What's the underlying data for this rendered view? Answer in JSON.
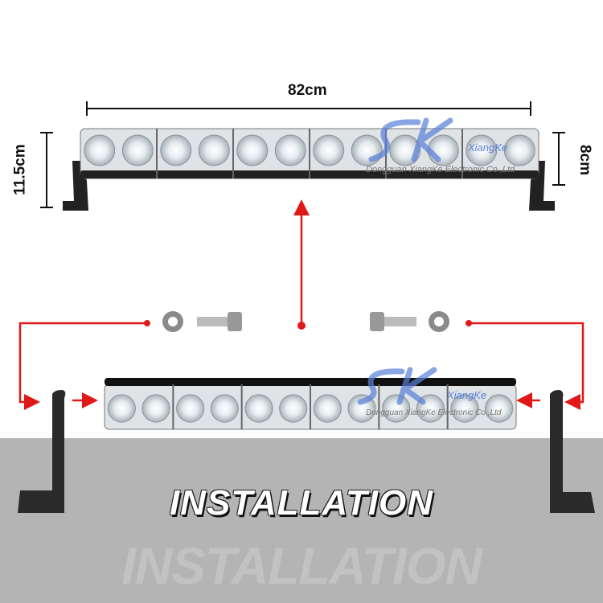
{
  "dimensions": {
    "length": "82cm",
    "height": "11.5cm",
    "depth": "8cm"
  },
  "watermark": {
    "brand": "XiangKe",
    "company": "Dongguan XiangKe Electronic Co.,Ltd"
  },
  "banner": {
    "title": "INSTALLATION",
    "ghost": "INSTALLATION"
  },
  "product": {
    "led_count": 12,
    "module_count": 6
  },
  "colors": {
    "arrow": "#e01818",
    "band": "#b4b4b4",
    "watermark": "#5a7fd8"
  }
}
